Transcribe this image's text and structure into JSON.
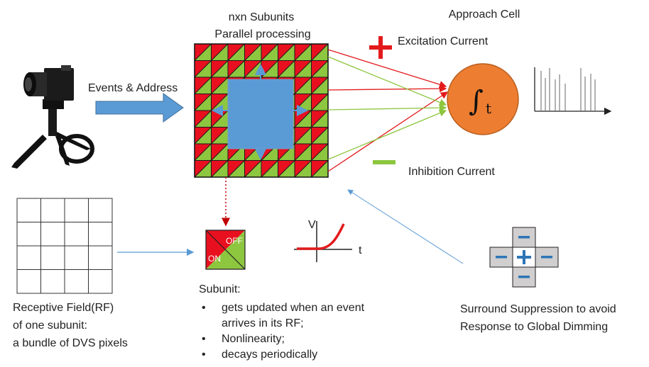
{
  "subunits": {
    "title_line1": "nxn Subunits",
    "title_line2": "Parallel processing"
  },
  "camera": {
    "arrow_label": "Events & Address"
  },
  "approach_cell": {
    "title": "Approach Cell",
    "integral_symbol": "∫",
    "integral_var": "t"
  },
  "excitation": {
    "label": "Excitation Current",
    "sign": "+"
  },
  "inhibition": {
    "label": "Inhibition Current",
    "sign": "−"
  },
  "subunit_cell": {
    "off_label": "OFF",
    "on_label": "ON"
  },
  "nonlinearity_plot": {
    "y_label": "V",
    "x_label": "t"
  },
  "receptive_field": {
    "line1": "Receptive Field(RF)",
    "line2": "of one subunit:",
    "line3": "a bundle of DVS pixels"
  },
  "subunit_desc": {
    "title": "Subunit:",
    "bullets": [
      "gets updated when an event",
      "arrives in its RF;",
      "Nonlinearity;",
      "decays periodically"
    ]
  },
  "surround": {
    "caption_line1": "Surround Suppression to avoid",
    "caption_line2": "Response to Global Dimming",
    "center_sign": "+",
    "neighbor_sign": "−"
  },
  "colors": {
    "excitation": "#e31a1c",
    "inhibition": "#8dc63f",
    "cell": "#ed7d31",
    "blue": "#5b9bd5",
    "green_tri": "#8dc63f",
    "red_tri": "#e8101f"
  }
}
